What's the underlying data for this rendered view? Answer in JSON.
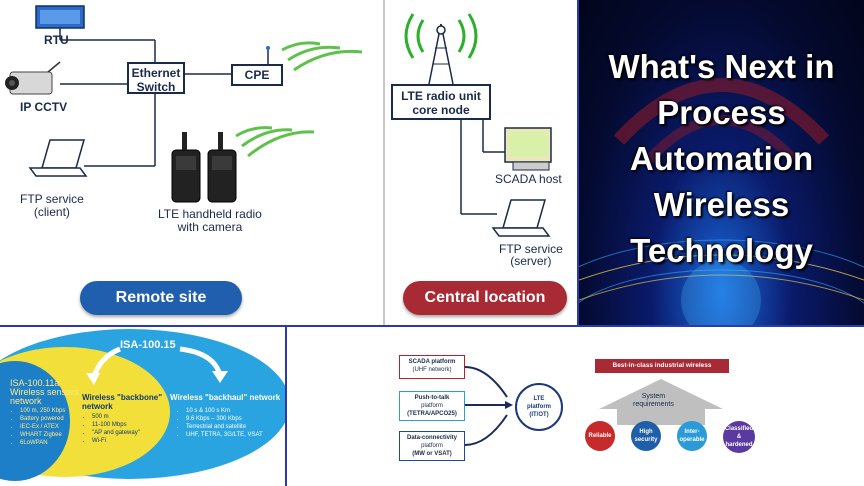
{
  "remote": {
    "rtu": "RTU",
    "ipcctv": "IP CCTV",
    "ethernet_line1": "Ethernet",
    "ethernet_line2": "Switch",
    "cpe": "CPE",
    "ftp_client_line1": "FTP service",
    "ftp_client_line2": "(client)",
    "handheld_line1": "LTE handheld radio",
    "handheld_line2": "with camera",
    "button": "Remote site"
  },
  "central": {
    "lte_line1": "LTE radio unit",
    "lte_line2": "core node",
    "scada": "SCADA host",
    "ftp_server_line1": "FTP service",
    "ftp_server_line2": "(server)",
    "button": "Central location"
  },
  "title": {
    "line1": "What's Next in",
    "line2": "Process",
    "line3": "Automation",
    "line4": "Wireless",
    "line5": "Technology"
  },
  "isa": {
    "top": "ISA-100.15",
    "sensors_title_1": "ISA-100.11a",
    "sensors_title_2": "Wireless sensors",
    "sensors_title_3": "network",
    "sensors_items": [
      "100 m, 250 Kbps",
      "Battery powered",
      "IEC-Ex / ATEX",
      "WHART Zigbee",
      "6LoWPAN"
    ],
    "backbone_title_1": "Wireless \"backbone\"",
    "backbone_title_2": "network",
    "backbone_items": [
      "500 m",
      "11-100 Mbps",
      "\"AP and gateway\"",
      "Wi-Fi"
    ],
    "backhaul_title": "Wireless \"backhaul\" network",
    "backhaul_items": [
      "10 s & 100 s Km",
      "9.6 Kbps – 300 Kbps",
      "Terrestrial and satellite",
      "UHF, TETRA, 3G/LTE, VSAT"
    ]
  },
  "platform": {
    "scada_1": "SCADA platform",
    "scada_2": "(UHF network)",
    "ptt_1": "Push-to-talk",
    "ptt_2": "platform",
    "ptt_3": "(TETRA/APCO25)",
    "data_1": "Data-connectivity",
    "data_2": "platform",
    "data_3": "(MW or VSAT)",
    "lte_1": "LTE",
    "lte_2": "platform",
    "lte_3": "(IT/OT)",
    "banner": "Best-in-class industrial wireless",
    "req_1": "System",
    "req_2": "requirements",
    "c1": "Reliable",
    "c2_1": "High",
    "c2_2": "security",
    "c3_1": "Inter-",
    "c3_2": "operable",
    "c4_1": "Classified &",
    "c4_2": "hardened"
  },
  "colors": {
    "remote_button": "#1f5fae",
    "central_button": "#a82a35",
    "isa_outer": "#2aa4e0",
    "isa_inner": "#f2df3a",
    "isa_backbone": "#1d7fc8",
    "circle1": "#c62a2a",
    "circle2": "#1f5fa8",
    "circle3": "#2a9ad8",
    "circle4": "#5a3aa0",
    "banner": "#a82a35"
  }
}
